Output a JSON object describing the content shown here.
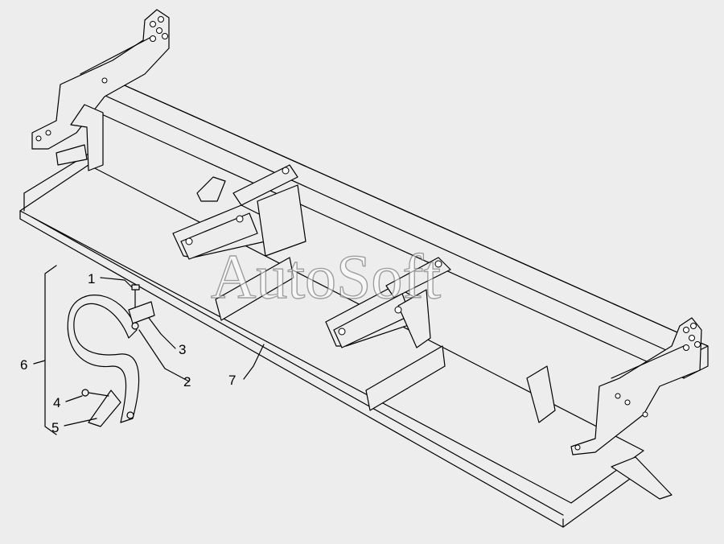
{
  "watermark": "AutoSoft",
  "callouts": [
    {
      "id": "1",
      "label": "1"
    },
    {
      "id": "2",
      "label": "2"
    },
    {
      "id": "3",
      "label": "3"
    },
    {
      "id": "4",
      "label": "4"
    },
    {
      "id": "5",
      "label": "5"
    },
    {
      "id": "6",
      "label": "6"
    },
    {
      "id": "7",
      "label": "7"
    }
  ],
  "colors": {
    "background": "#ededed",
    "ink": "#000000"
  }
}
